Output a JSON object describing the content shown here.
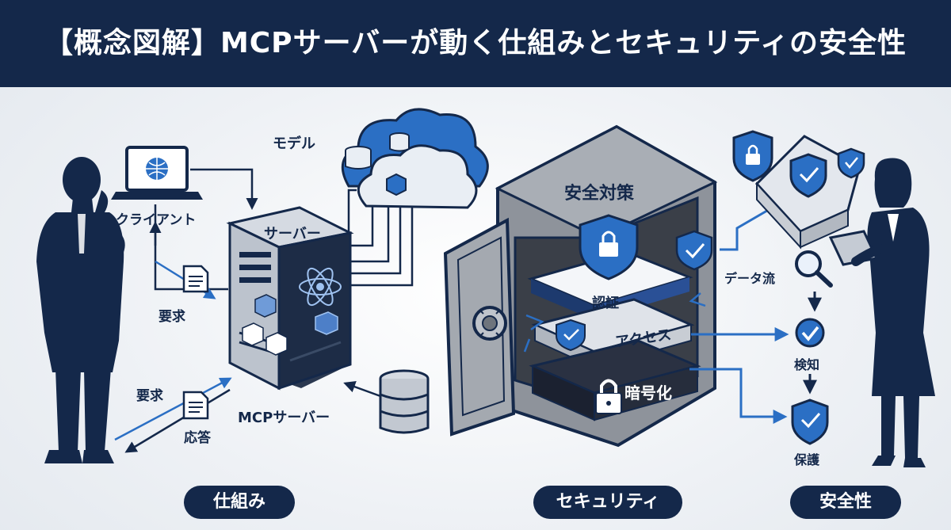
{
  "title": "【概念図解】MCPサーバーが動く仕組みとセキュリティの安全性",
  "mechanism": {
    "model_label": "モデル",
    "client_label": "クライアント",
    "server_label": "サーバー",
    "request_label_1": "要求",
    "request_label_2": "要求",
    "response_label": "応答",
    "mcp_server_label": "MCPサーバー"
  },
  "security": {
    "safe_title": "安全対策",
    "auth_label": "認証",
    "access_label": "アクセス",
    "encrypt_label": "暗号化"
  },
  "safety": {
    "dataflow_label": "データ流",
    "detect_label": "検知",
    "protect_label": "保護"
  },
  "footer": {
    "mechanism": "仕組み",
    "security": "セキュリティ",
    "safety": "安全性"
  },
  "colors": {
    "navy": "#14284a",
    "blue": "#2b6fc4",
    "gray": "#8a8f97"
  }
}
